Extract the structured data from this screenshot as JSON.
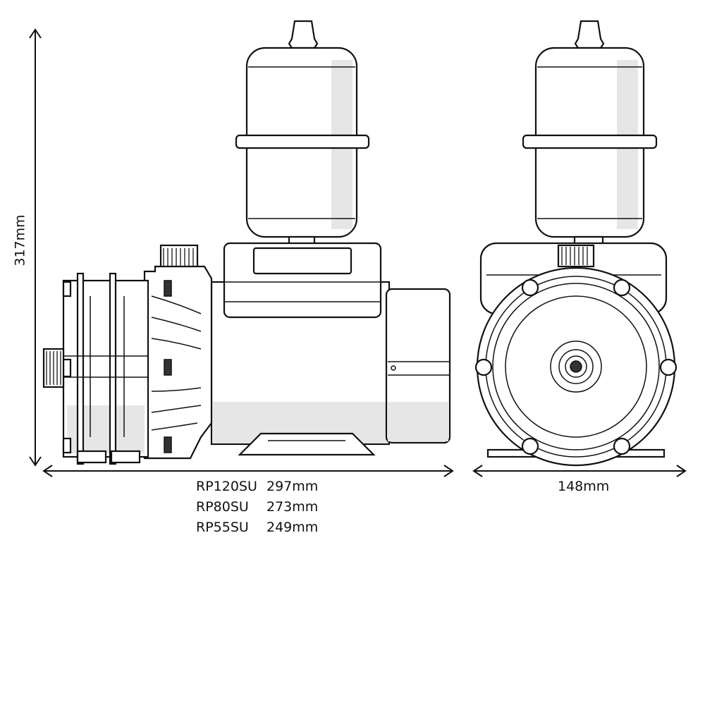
{
  "dimensions": {
    "height": "317mm",
    "width_front": "148mm",
    "models": [
      {
        "model": "RP120SU",
        "length": "297mm"
      },
      {
        "model": "RP80SU",
        "length": "273mm"
      },
      {
        "model": "RP55SU",
        "length": "249mm"
      }
    ]
  }
}
